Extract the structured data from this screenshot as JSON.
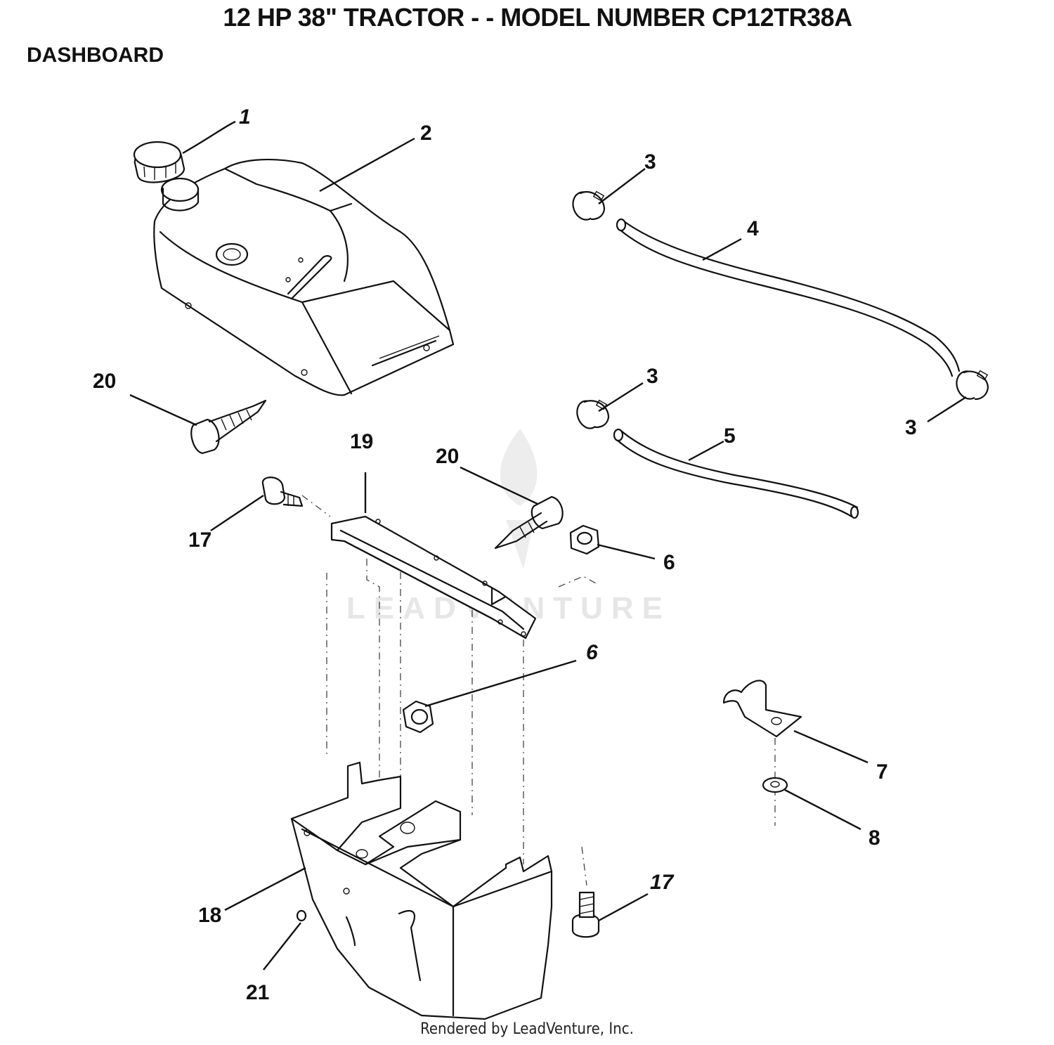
{
  "header": {
    "title": "12 HP 38\" TRACTOR - - MODEL NUMBER CP12TR38A",
    "section": "DASHBOARD"
  },
  "watermark": "LEADVENTURE",
  "footer": "Rendered by LeadVenture, Inc.",
  "callouts": {
    "c1": "1",
    "c2": "2",
    "c3a": "3",
    "c4": "4",
    "c3b": "3",
    "c3c": "3",
    "c5": "5",
    "c20a": "20",
    "c19": "19",
    "c20b": "20",
    "c17a": "17",
    "c6a": "6",
    "c6b": "6",
    "c7": "7",
    "c8": "8",
    "c17b": "17",
    "c18": "18",
    "c21": "21"
  }
}
